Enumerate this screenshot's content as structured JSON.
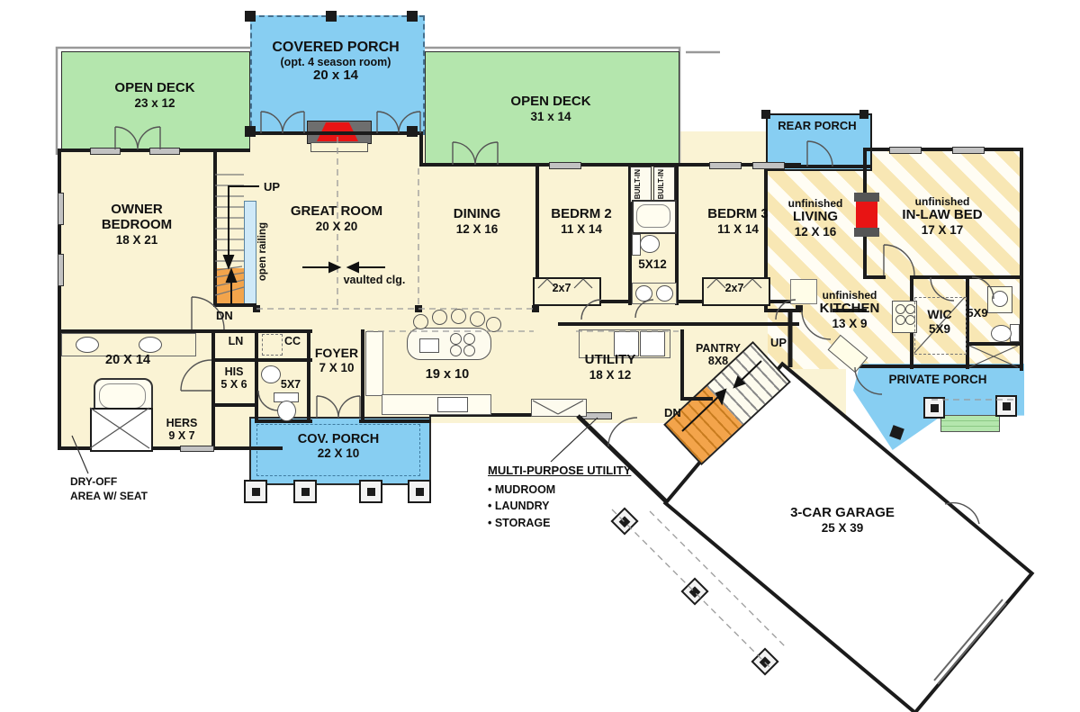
{
  "colors": {
    "deck_green": "#b4e6ad",
    "porch_blue": "#87cef2",
    "interior_cream": "#faf3d4",
    "unfinished_stripe": "#f8e7b4",
    "stair_orange": "#f3a44b",
    "fireplace_red": "#e81414",
    "wall_black": "#1b1b1b"
  },
  "plan": {
    "porches": {
      "open_deck_left": {
        "name": "OPEN DECK",
        "dims": "23 x 12"
      },
      "covered_porch": {
        "name": "COVERED PORCH",
        "opt": "(opt. 4 season room)",
        "dims": "20 x 14"
      },
      "open_deck_right": {
        "name": "OPEN DECK",
        "dims": "31 x 14"
      },
      "rear_porch": {
        "name": "REAR PORCH"
      },
      "private_porch": {
        "name": "PRIVATE PORCH"
      },
      "cov_porch": {
        "name": "COV. PORCH",
        "dims": "22 X 10"
      }
    },
    "rooms": {
      "owner_bedroom": {
        "name": "OWNER BEDROOM",
        "dims": "18 X 21"
      },
      "great_room": {
        "name": "GREAT ROOM",
        "dims": "20 X 20",
        "note": "vaulted clg."
      },
      "dining": {
        "name": "DINING",
        "dims": "12 X 16"
      },
      "bedrm2": {
        "name": "BEDRM 2",
        "dims": "11 X 14"
      },
      "bedrm3": {
        "name": "BEDRM 3",
        "dims": "11 X 14"
      },
      "bath_5x12": {
        "dims": "5X12"
      },
      "closet_left": {
        "dims": "2x7"
      },
      "closet_right": {
        "dims": "2x7"
      },
      "built_in": {
        "label": "BUILT-IN"
      },
      "unfinished_living": {
        "prefix": "unfinished",
        "name": "LIVING",
        "dims": "12 X 16"
      },
      "unfinished_inlaw": {
        "prefix": "unfinished",
        "name": "IN-LAW BED",
        "dims": "17 X 17"
      },
      "unfinished_kitchen": {
        "prefix": "unfinished",
        "name": "KITCHEN",
        "dims": "13 X 9"
      },
      "wic": {
        "name": "WIC",
        "dims": "5X9"
      },
      "bath_5x9": {
        "dims": "5X9"
      },
      "owner_bath": {
        "dims": "20 X 14"
      },
      "his": {
        "name": "HIS",
        "dims": "5 X 6"
      },
      "hers": {
        "name": "HERS",
        "dims": "9 X 7"
      },
      "linen": {
        "name": "LN"
      },
      "coat": {
        "name": "CC"
      },
      "bath_5x7": {
        "dims": "5X7"
      },
      "foyer": {
        "name": "FOYER",
        "dims": "7 X 10"
      },
      "kitchen": {
        "dims": "19 x 10"
      },
      "utility": {
        "name": "UTILITY",
        "dims": "18 X 12"
      },
      "pantry": {
        "name": "PANTRY",
        "dims": "8X8"
      },
      "garage": {
        "name": "3-CAR GARAGE",
        "dims": "25 X 39"
      }
    },
    "stairs": {
      "up": "UP",
      "dn": "DN",
      "up2": "UP",
      "dn2": "DN",
      "open_railing": "open railing"
    },
    "notes": {
      "dry_off": {
        "line1": "DRY-OFF",
        "line2": "AREA W/ SEAT"
      },
      "multi_purpose": {
        "title": "MULTI-PURPOSE UTILITY",
        "item1": "• MUDROOM",
        "item2": "• LAUNDRY",
        "item3": "• STORAGE"
      }
    }
  }
}
